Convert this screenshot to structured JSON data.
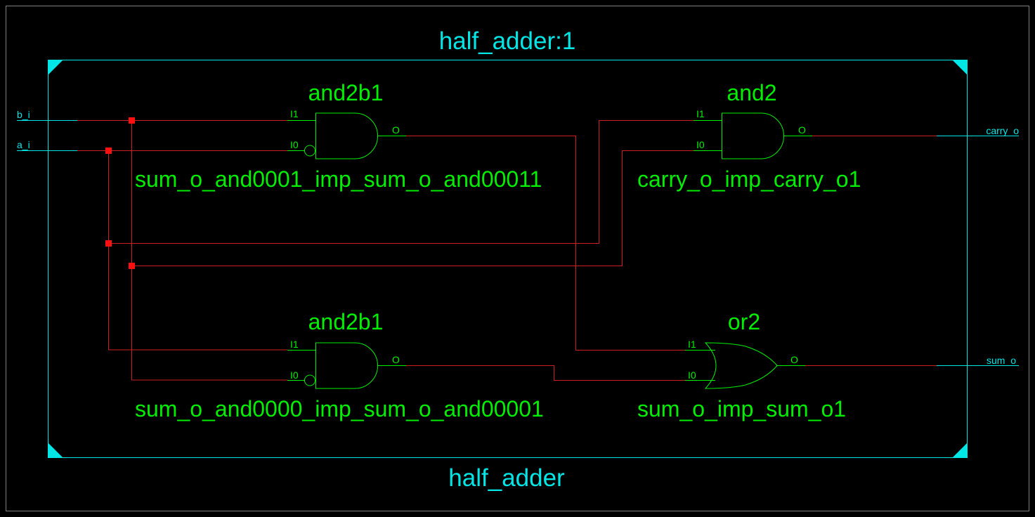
{
  "schematic": {
    "module_instance_title": "half_adder:1",
    "module_name": "half_adder",
    "colors": {
      "background": "#000000",
      "frame": "#808080",
      "module_border": "#00e5e5",
      "gate": "#00ee00",
      "wire_internal": "#cc2020",
      "junction": "#ff1010",
      "port": "#00e5e5"
    },
    "ports": {
      "b_i": "b_i",
      "a_i": "a_i",
      "carry_o": "carry_o",
      "sum_o": "sum_o"
    },
    "gates": {
      "g_and0001": {
        "type": "and2b1",
        "instance": "sum_o_and0001_imp_sum_o_and00011",
        "pin_i1": "I1",
        "pin_i0": "I0",
        "pin_o": "O"
      },
      "g_carry": {
        "type": "and2",
        "instance": "carry_o_imp_carry_o1",
        "pin_i1": "I1",
        "pin_i0": "I0",
        "pin_o": "O"
      },
      "g_and0000": {
        "type": "and2b1",
        "instance": "sum_o_and0000_imp_sum_o_and00001",
        "pin_i1": "I1",
        "pin_i0": "I0",
        "pin_o": "O"
      },
      "g_or": {
        "type": "or2",
        "instance": "sum_o_imp_sum_o1",
        "pin_i1": "I1",
        "pin_i0": "I0",
        "pin_o": "O"
      }
    }
  }
}
